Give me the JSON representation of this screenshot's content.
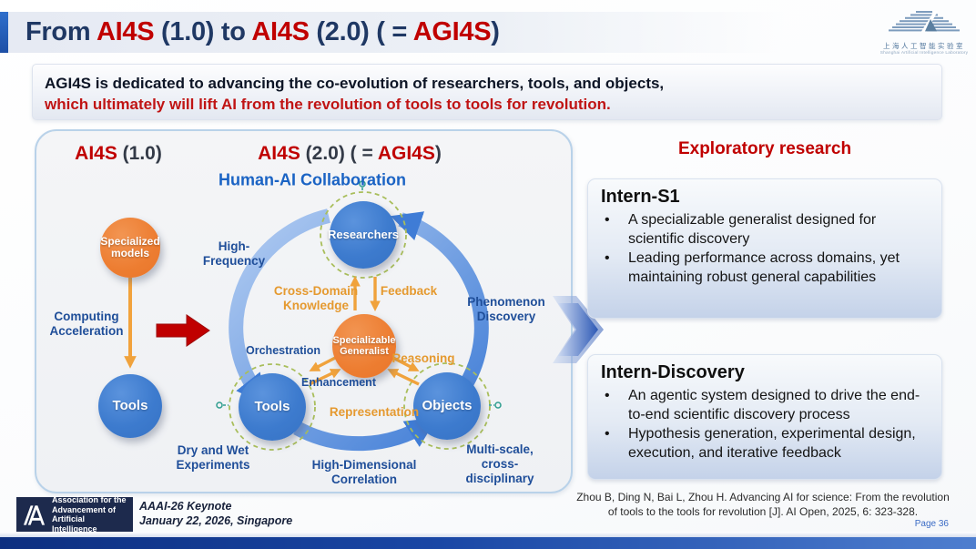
{
  "colors": {
    "accent_red": "#C00000",
    "navy": "#1F3864",
    "label_blue": "#1F4E99",
    "label_orange": "#E5992F",
    "circle_blue": "#3D7CD0",
    "circle_orange": "#ED7D31",
    "ring_blue": "#3F7CD6",
    "bottom_bar_blue": "#1A47A5"
  },
  "title": {
    "parts": [
      {
        "text": "From "
      },
      {
        "text": "AI4S"
      },
      {
        "text": " (1.0) to "
      },
      {
        "text": "AI4S"
      },
      {
        "text": " (2.0) ( = "
      },
      {
        "text": "AGI4S"
      },
      {
        "text": ")"
      }
    ]
  },
  "logo": {
    "chinese": "上海人工智能实验室",
    "english": "Shanghai Artificial Intelligence Laboratory"
  },
  "banner": {
    "line1": "AGI4S is dedicated to advancing the co-evolution of researchers, tools, and objects,",
    "line2": "which ultimately will lift AI from the revolution of tools to tools for revolution."
  },
  "diagram": {
    "ai4s1_heading": {
      "red": "AI4S",
      "rest": " (1.0)"
    },
    "ai4s2_heading": {
      "red1": "AI4S",
      "mid": " (2.0) ( = ",
      "red2": "AGI4S",
      "end": ")"
    },
    "subtitle": "Human-AI Collaboration",
    "nodes": {
      "specialized_models": "Specialized\nmodels",
      "tools_1": "Tools",
      "researchers": "Researchers",
      "specializable_generalist": "Specializable\nGeneralist",
      "tools_2": "Tools",
      "objects": "Objects"
    },
    "labels": {
      "computing_acceleration": "Computing\nAcceleration",
      "high_frequency": "High-\nFrequency",
      "cross_domain_knowledge": "Cross-Domain\nKnowledge",
      "feedback": "Feedback",
      "phenomenon_discovery": "Phenomenon\nDiscovery",
      "orchestration": "Orchestration",
      "enhancement": "Enhancement",
      "reasoning": "Reasoning",
      "representation": "Representation",
      "dry_and_wet_experiments": "Dry and Wet\nExperiments",
      "high_dimensional_correlation": "High-Dimensional\nCorrelation",
      "multi_scale_cross_disciplinary": "Multi-scale, cross-\ndisciplinary"
    }
  },
  "right": {
    "heading": "Exploratory research",
    "bullet_char": "•",
    "boxes": [
      {
        "title": "Intern-S1",
        "bullets": [
          "A specializable generalist designed for scientific discovery",
          "Leading performance across domains, yet maintaining robust general capabilities"
        ]
      },
      {
        "title": "Intern-Discovery",
        "bullets": [
          "An agentic system designed to drive the end-to-end scientific discovery process",
          "Hypothesis generation, experimental design, execution,  and iterative feedback"
        ]
      }
    ],
    "citation": "Zhou B, Ding N, Bai L, Zhou H. Advancing AI for science: From the revolution of tools to the tools for revolution [J]. AI Open, 2025, 6: 323-328.",
    "page_label": "Page 36"
  },
  "footer": {
    "aaai_logo_lines": [
      "Association for the",
      "Advancement of",
      "Artificial Intelligence"
    ],
    "keynote_line1": "AAAI-26 Keynote",
    "keynote_line2": "January 22, 2026, Singapore"
  }
}
